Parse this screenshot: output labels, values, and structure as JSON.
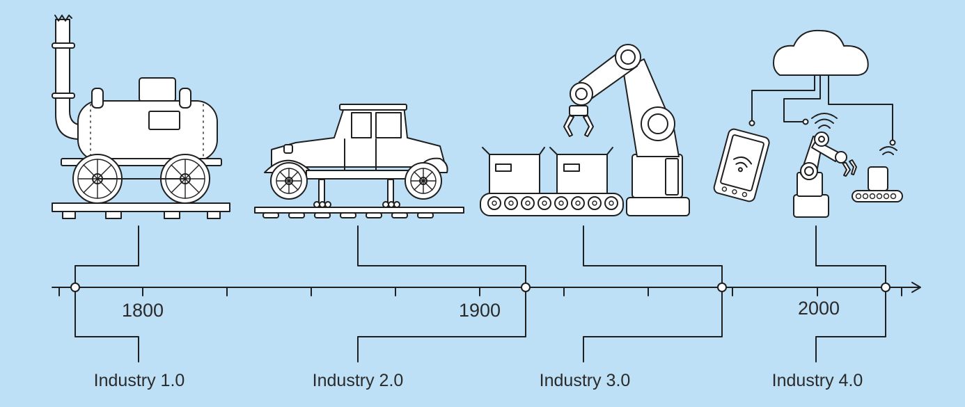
{
  "timeline": {
    "years": [
      {
        "label": "1800",
        "value": 1800
      },
      {
        "label": "1900",
        "value": 1900
      },
      {
        "label": "2000",
        "value": 2000
      }
    ],
    "eras": [
      {
        "label": "Industry 1.0",
        "icon": "steam-locomotive-icon"
      },
      {
        "label": "Industry 2.0",
        "icon": "car-assembly-icon"
      },
      {
        "label": "Industry 3.0",
        "icon": "robot-arm-conveyor-icon"
      },
      {
        "label": "Industry 4.0",
        "icon": "cloud-connected-factory-icon"
      }
    ]
  },
  "colors": {
    "background": "#bde0f6",
    "ink": "#1f1f1f",
    "fill": "#ffffff"
  }
}
